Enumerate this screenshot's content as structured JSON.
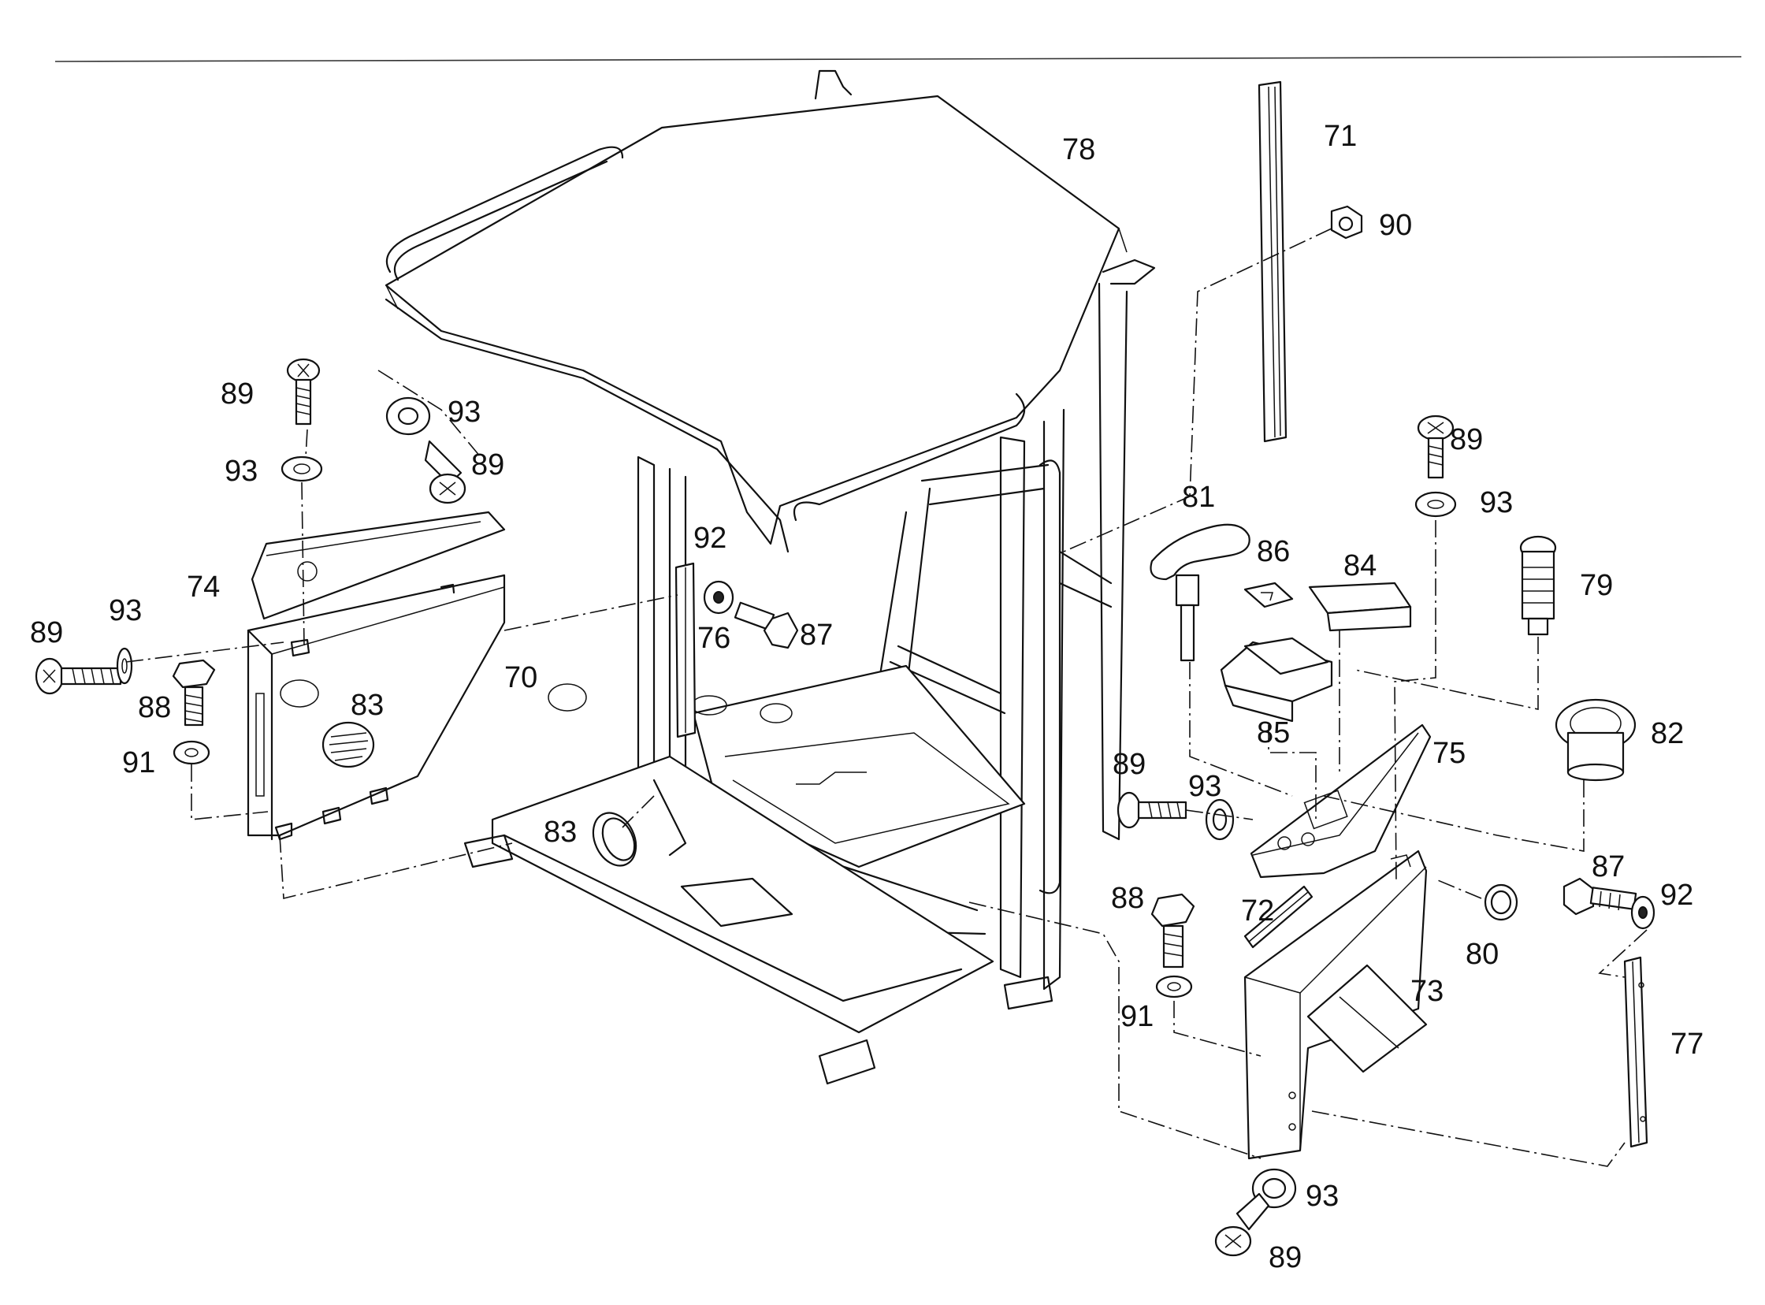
{
  "callouts": {
    "c70": "70",
    "c71": "71",
    "c72": "72",
    "c73": "73",
    "c74": "74",
    "c75": "75",
    "c76": "76",
    "c77": "77",
    "c78": "78",
    "c79": "79",
    "c80": "80",
    "c81": "81",
    "c82": "82",
    "c83a": "83",
    "c83b": "83",
    "c84": "84",
    "c85": "85",
    "c86": "86",
    "c87a": "87",
    "c87b": "87",
    "c88a": "88",
    "c88b": "88",
    "c89a": "89",
    "c89b": "89",
    "c89c": "89",
    "c89d": "89",
    "c89e": "89",
    "c89f": "89",
    "c90": "90",
    "c91a": "91",
    "c91b": "91",
    "c92a": "92",
    "c92b": "92",
    "c93a": "93",
    "c93b": "93",
    "c93c": "93",
    "c93d": "93",
    "c93e": "93",
    "c93f": "93"
  },
  "colors": {
    "ink": "#111111",
    "paper": "#ffffff"
  }
}
